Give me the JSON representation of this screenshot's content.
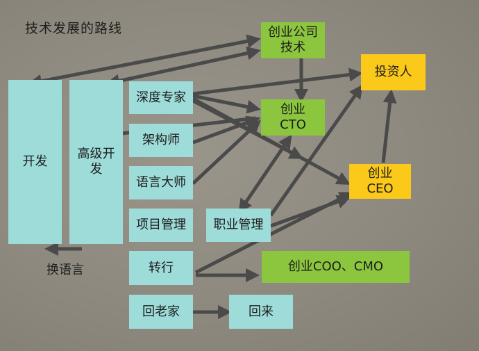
{
  "title": "技术发展的路线",
  "nodes": {
    "kaifa": "开发",
    "gaoji": "高级开\n发",
    "shendu": "深度专家",
    "jiagou": "架构师",
    "yuyan": "语言大师",
    "xiangmu": "项目管理",
    "zhuanhang": "转行",
    "huilaojia": "回老家",
    "huilai": "回来",
    "zhiye": "职业管理",
    "chuangye_tech": "创业公司\n技术",
    "cto": "创业\nCTO",
    "touzi": "投资人",
    "ceo": "创业\nCEO",
    "coo": "创业COO、CMO"
  },
  "labels": {
    "huanyuyan": "换语言"
  },
  "colors": {
    "teal": "#9edcd9",
    "green": "#8cc63e",
    "yellow": "#fbc91a",
    "arrow": "#4a4a4a"
  }
}
